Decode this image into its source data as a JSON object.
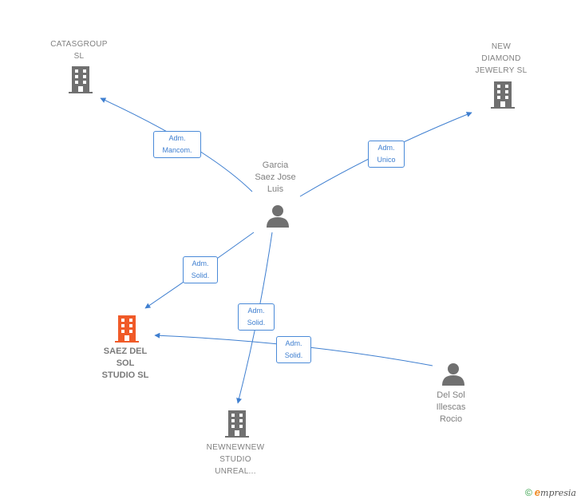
{
  "colors": {
    "edge": "#3f7fd0",
    "building": "#707070",
    "building_focus": "#f05a28",
    "person": "#707070"
  },
  "nodes": {
    "catasgroup": {
      "label": "CATASGROUP\nSL",
      "icon": "building-icon"
    },
    "new_diamond": {
      "label": "NEW\nDIAMOND\nJEWELRY  SL",
      "icon": "building-icon"
    },
    "garcia": {
      "label": "Garcia\nSaez Jose\nLuis",
      "icon": "person-icon"
    },
    "saez_del_sol": {
      "label": "SAEZ DEL\nSOL\nSTUDIO  SL",
      "icon": "building-icon"
    },
    "newnewnew": {
      "label": "NEWNEWNEW\nSTUDIO\nUNREAL...",
      "icon": "building-icon"
    },
    "del_sol": {
      "label": "Del Sol\nIllescas\nRocio",
      "icon": "person-icon"
    }
  },
  "edges": [
    {
      "label": "Adm.\nMancom.",
      "from": "garcia",
      "to": "catasgroup"
    },
    {
      "label": "Adm.\nUnico",
      "from": "garcia",
      "to": "new_diamond"
    },
    {
      "label": "Adm.\nSolid.",
      "from": "garcia",
      "to": "saez_del_sol"
    },
    {
      "label": "Adm.\nSolid.",
      "from": "garcia",
      "to": "newnewnew"
    },
    {
      "label": "Adm.\nSolid.",
      "from": "del_sol",
      "to": "saez_del_sol"
    }
  ],
  "footer": {
    "copyright": "©",
    "brand_initial": "e",
    "brand_rest": "mpresia"
  }
}
